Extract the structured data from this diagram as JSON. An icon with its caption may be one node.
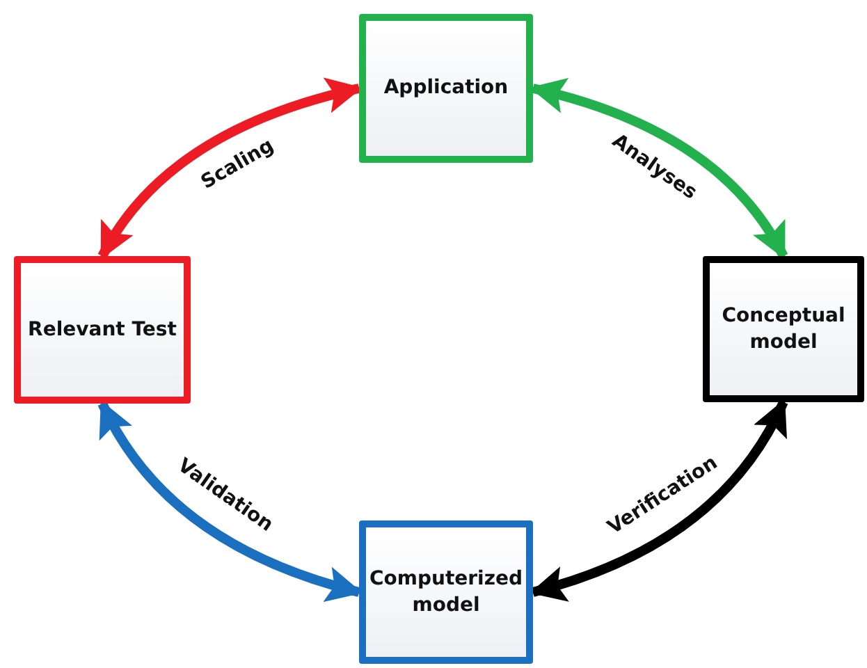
{
  "diagram": {
    "nodes": [
      {
        "text": [
          "Application"
        ]
      },
      {
        "text": [
          "Relevant Test"
        ]
      },
      {
        "text": [
          "Conceptual model"
        ]
      },
      {
        "text": [
          "Computerized model"
        ]
      }
    ],
    "edges": [
      {
        "from": 0,
        "to": 1,
        "arrow": "both",
        "label": "Scaling",
        "color": "#ed1c24"
      },
      {
        "from": 0,
        "to": 2,
        "arrow": "both",
        "label": "Analyses",
        "color": "#22b14c"
      },
      {
        "from": 2,
        "to": 3,
        "arrow": "both",
        "label": "Verification",
        "color": "#000000"
      },
      {
        "from": 3,
        "to": 1,
        "arrow": "both",
        "label": "Validation",
        "color": "#1a6fbf"
      }
    ]
  }
}
